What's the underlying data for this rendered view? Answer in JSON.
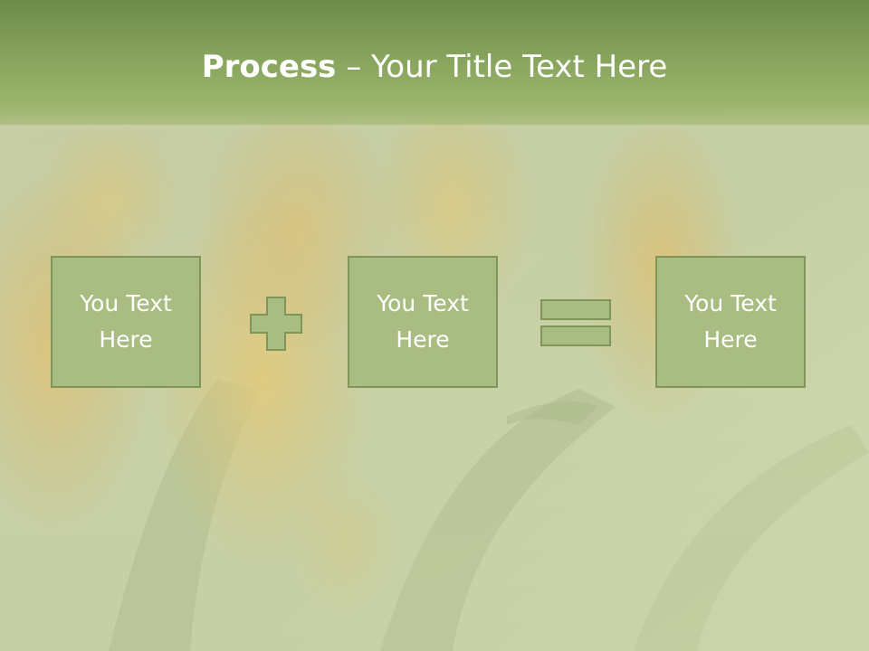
{
  "slide": {
    "title_strong": "Process",
    "title_rest": " – Your Title Text Here"
  },
  "boxes": [
    {
      "text": "You Text Here"
    },
    {
      "text": "You Text Here"
    },
    {
      "text": "You Text Here"
    }
  ],
  "operators": {
    "first": "plus-icon",
    "second": "equals-icon"
  },
  "colors": {
    "header": "#86a35c",
    "box_fill": "#a9bc82",
    "box_border": "#7f955a",
    "operator_fill": "#a9bc82",
    "text": "#ffffff"
  }
}
